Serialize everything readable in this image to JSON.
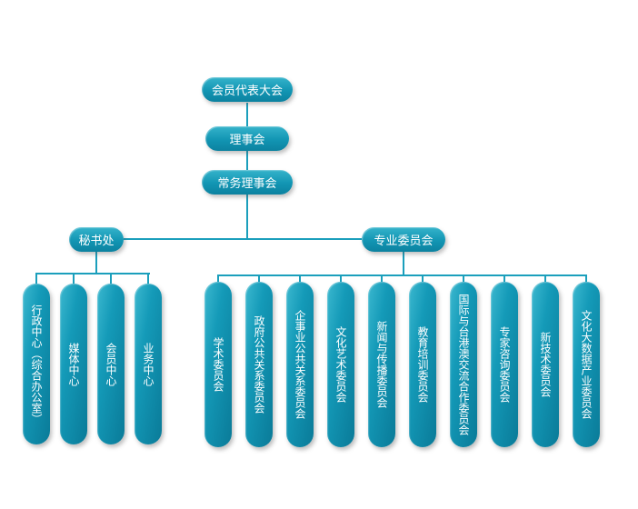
{
  "diagram": {
    "type": "org-chart",
    "root": "会员代表大会",
    "council": "理事会",
    "standing_council": "常务理事会",
    "branches": [
      {
        "label": "秘书处",
        "children": [
          "行政中心（综合办公室）",
          "媒体中心",
          "会员中心",
          "业务中心"
        ]
      },
      {
        "label": "专业委员会",
        "children": [
          "学术委员会",
          "政府公共关系委员会",
          "企事业公共关系委员会",
          "文化艺术委员会",
          "新闻与传播委员会",
          "教育培训委员会",
          "国际与台港澳交流合作委员会",
          "专家咨询委员会",
          "新技术委员会",
          "文化大数据产业委员会"
        ]
      }
    ]
  },
  "colors": {
    "node_fill_light": "#3cb8cf",
    "node_fill_main": "#1295b3",
    "node_fill_dark": "#0a7b98",
    "connector_line": "#1b9fbc",
    "text": "#ffffff",
    "background": "#ffffff"
  }
}
